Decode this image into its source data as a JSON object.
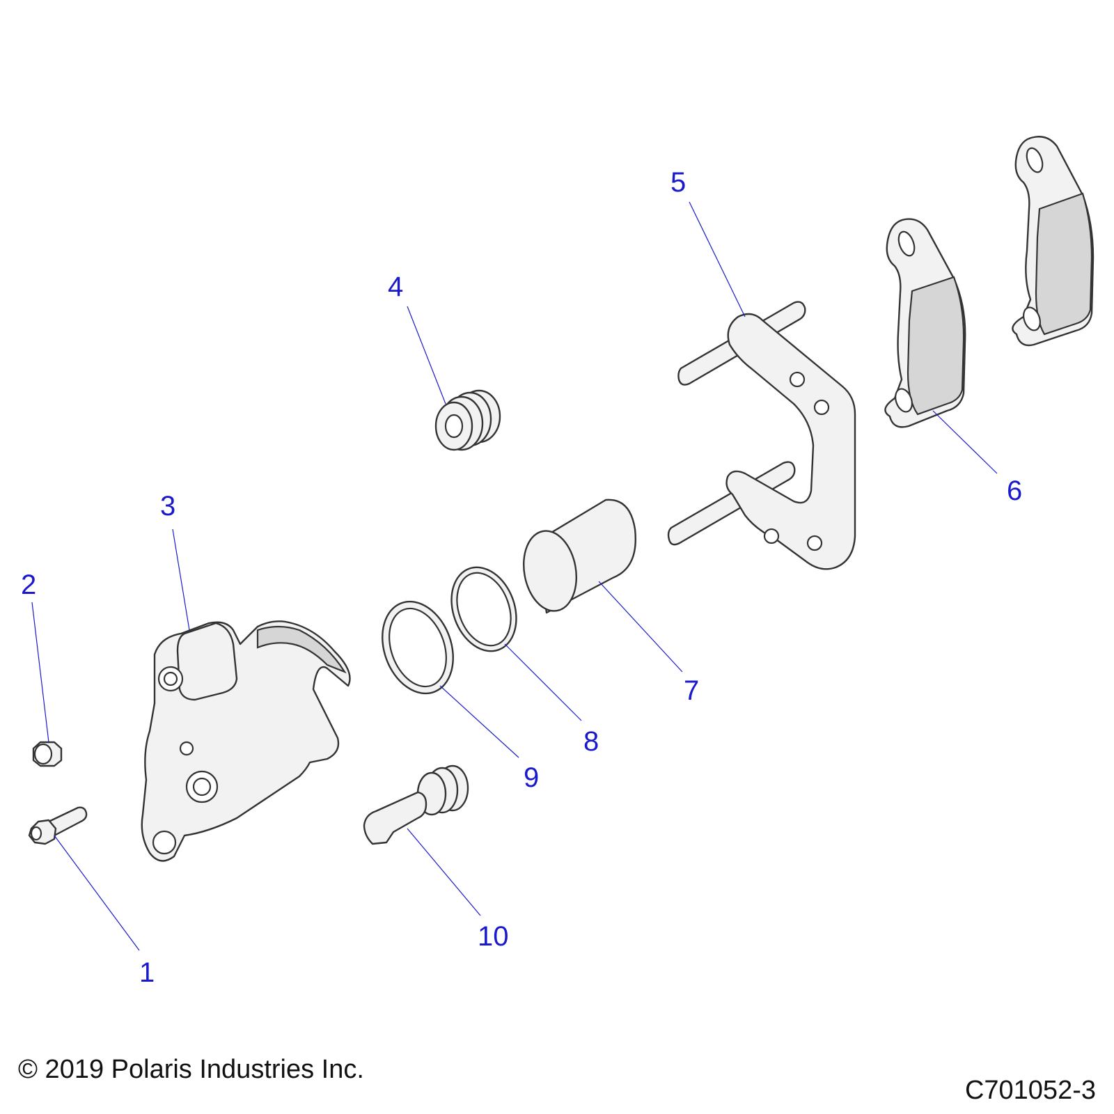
{
  "callouts": {
    "c1": "1",
    "c2": "2",
    "c3": "3",
    "c4": "4",
    "c5": "5",
    "c6": "6",
    "c7": "7",
    "c8": "8",
    "c9": "9",
    "c10": "10"
  },
  "footer": {
    "copyright": "© 2019 Polaris Industries Inc.",
    "diagram_id": "C701052-3"
  },
  "colors": {
    "callout": "#1a1acc",
    "outline": "#333333",
    "part_fill": "#f2f2f2"
  }
}
